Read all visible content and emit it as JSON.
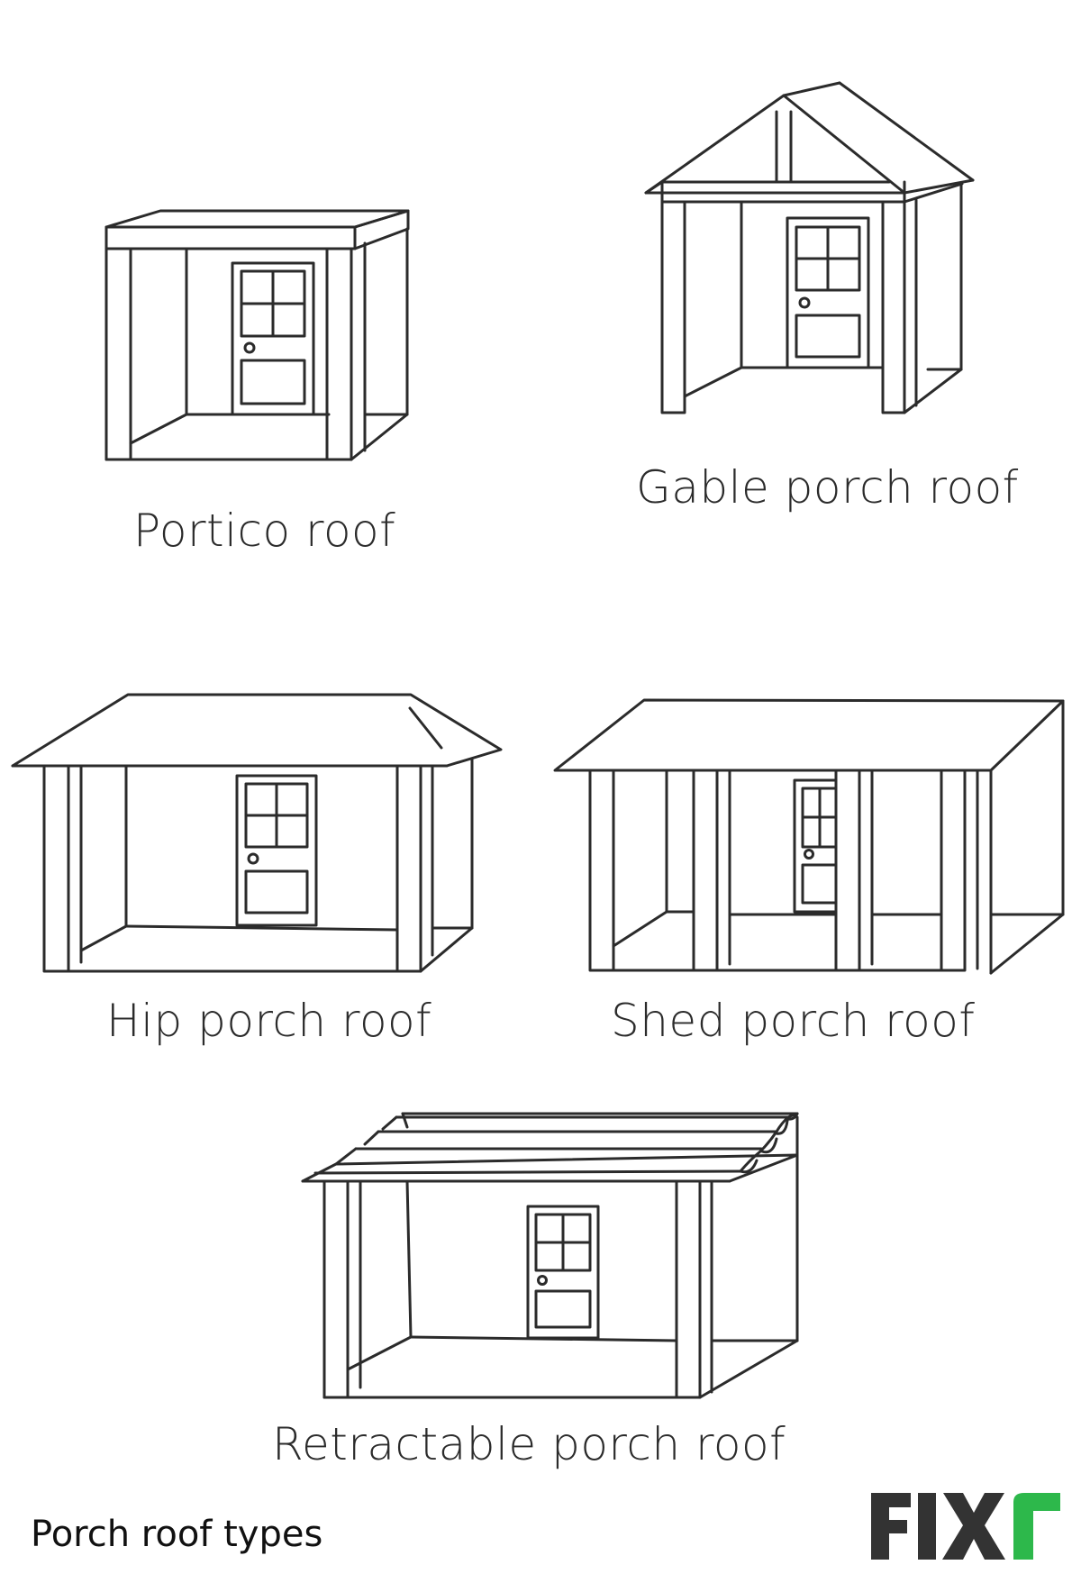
{
  "labels": {
    "portico": "Portico roof",
    "gable": "Gable porch roof",
    "hip": "Hip porch roof",
    "shed": "Shed porch roof",
    "retractable": "Retractable porch roof"
  },
  "caption": "Porch roof types",
  "logo": {
    "text": "FIXR",
    "dark_color": "#333333",
    "accent_color": "#2db84b"
  },
  "colors": {
    "line": "#2b2b2b",
    "background": "#ffffff"
  }
}
